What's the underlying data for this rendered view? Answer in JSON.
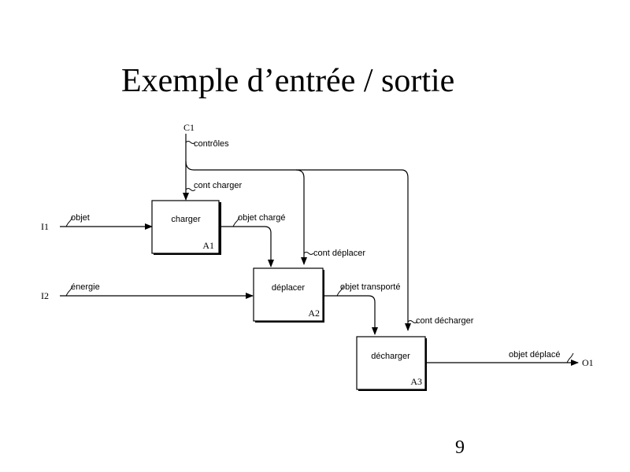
{
  "slide": {
    "title": "Exemple d’entrée / sortie",
    "page_number": "9"
  },
  "diagram": {
    "control_code": "C1",
    "control_label": "contrôles",
    "inputs": [
      {
        "code": "I1",
        "label": "objet"
      },
      {
        "code": "I2",
        "label": "énergie"
      }
    ],
    "output": {
      "code": "O1",
      "label": "objet déplacé"
    },
    "activities": [
      {
        "name": "charger",
        "id": "A1",
        "control": "cont charger"
      },
      {
        "name": "déplacer",
        "id": "A2",
        "control": "cont déplacer"
      },
      {
        "name": "décharger",
        "id": "A3",
        "control": "cont décharger"
      }
    ],
    "flows": {
      "a1_to_a2": "objet chargé",
      "a2_to_a3": "objet transporté"
    }
  }
}
